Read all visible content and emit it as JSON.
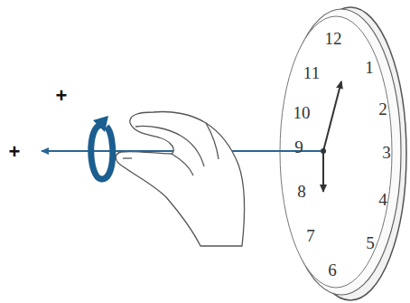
{
  "diagram": {
    "labels": [
      "+",
      "+",
      "12",
      "1",
      "2",
      "3",
      "4",
      "5",
      "6",
      "7",
      "8",
      "9",
      "10",
      "11"
    ]
  }
}
